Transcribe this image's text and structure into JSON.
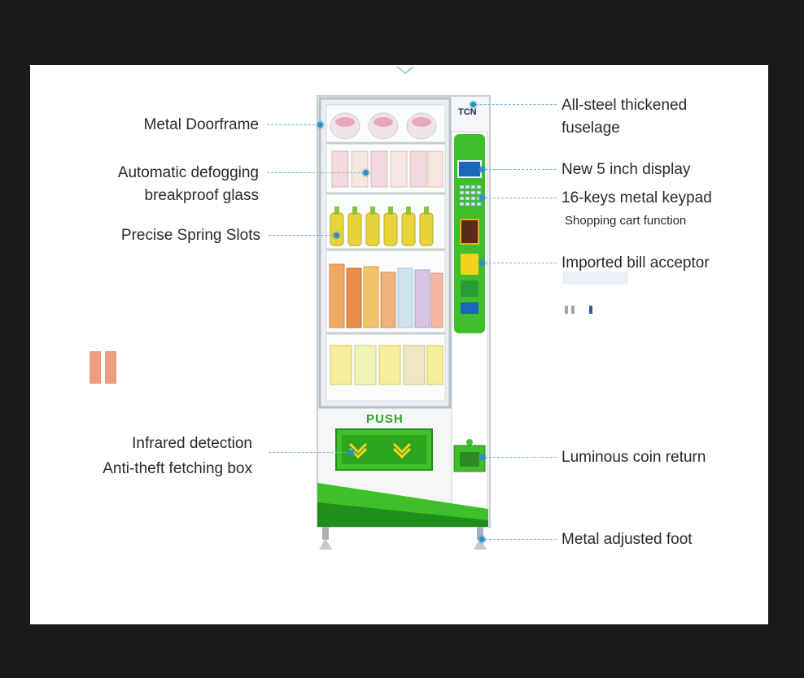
{
  "brand": "TCN",
  "push_label": "PUSH",
  "labels": {
    "metal_doorframe": "Metal Doorframe",
    "glass_line1": "Automatic defogging",
    "glass_line2": "breakproof glass",
    "spring_slots": "Precise Spring Slots",
    "infrared": "Infrared detection",
    "antitheft": "Anti-theft fetching box",
    "fuselage_line1": "All-steel thickened",
    "fuselage_line2": "fuselage",
    "display": "New 5 inch display",
    "keypad": "16-keys metal keypad",
    "cart": "Shopping cart function",
    "bill": "Imported bill acceptor",
    "coin_return": "Luminous coin return",
    "foot": "Metal adjusted foot"
  },
  "colors": {
    "accent_green": "#3fbf2a",
    "dark_green": "#1f8e1a",
    "leader": "#7fb3c9",
    "dot": "#2f8ec4",
    "background": "#1a1a1a",
    "panel": "#ffffff"
  }
}
